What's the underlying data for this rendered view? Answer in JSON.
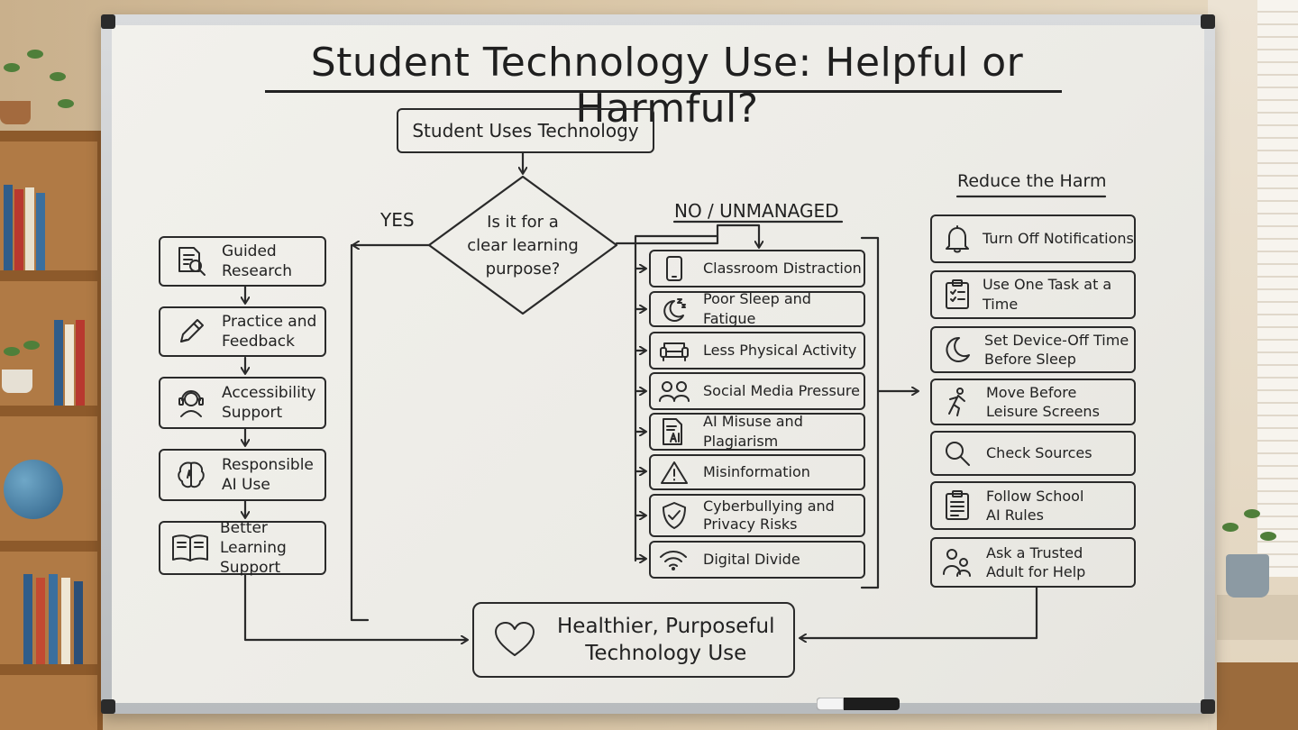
{
  "title": "Student Technology Use: Helpful or Harmful?",
  "start": "Student Uses Technology",
  "decision": "Is it for a\nclear learning\npurpose?",
  "yes_label": "YES",
  "no_label": "NO / UNMANAGED",
  "helpful": [
    {
      "label": "Guided\nResearch",
      "icon": "research-icon"
    },
    {
      "label": "Practice and\nFeedback",
      "icon": "pencil-icon"
    },
    {
      "label": "Accessibility\nSupport",
      "icon": "headset-icon"
    },
    {
      "label": "Responsible\nAI Use",
      "icon": "ai-brain-icon"
    },
    {
      "label": "Better Learning\nSupport",
      "icon": "book-icon"
    }
  ],
  "harms": [
    {
      "label": "Classroom Distraction",
      "icon": "phone-icon"
    },
    {
      "label": "Poor Sleep and Fatigue",
      "icon": "sleep-moon-icon"
    },
    {
      "label": "Less Physical Activity",
      "icon": "couch-icon"
    },
    {
      "label": "Social Media Pressure",
      "icon": "people-icon"
    },
    {
      "label": "AI Misuse and Plagiarism",
      "icon": "ai-document-icon"
    },
    {
      "label": "Misinformation",
      "icon": "warning-icon"
    },
    {
      "label": "Cyberbullying and\nPrivacy Risks",
      "icon": "shield-icon"
    },
    {
      "label": "Digital Divide",
      "icon": "wifi-icon"
    }
  ],
  "reduce_title": "Reduce the Harm",
  "solutions": [
    {
      "label": "Turn Off Notifications",
      "icon": "bell-icon"
    },
    {
      "label": "Use One Task at a Time",
      "icon": "checklist-icon"
    },
    {
      "label": "Set Device-Off Time\nBefore Sleep",
      "icon": "moon-icon"
    },
    {
      "label": "Move Before\nLeisure Screens",
      "icon": "running-icon"
    },
    {
      "label": "Check Sources",
      "icon": "magnifier-icon"
    },
    {
      "label": "Follow School\nAI Rules",
      "icon": "clipboard-icon"
    },
    {
      "label": "Ask a Trusted\nAdult for Help",
      "icon": "adult-child-icon"
    }
  ],
  "outcome": "Healthier, Purposeful\nTechnology Use",
  "outcome_icon": "heart-icon"
}
